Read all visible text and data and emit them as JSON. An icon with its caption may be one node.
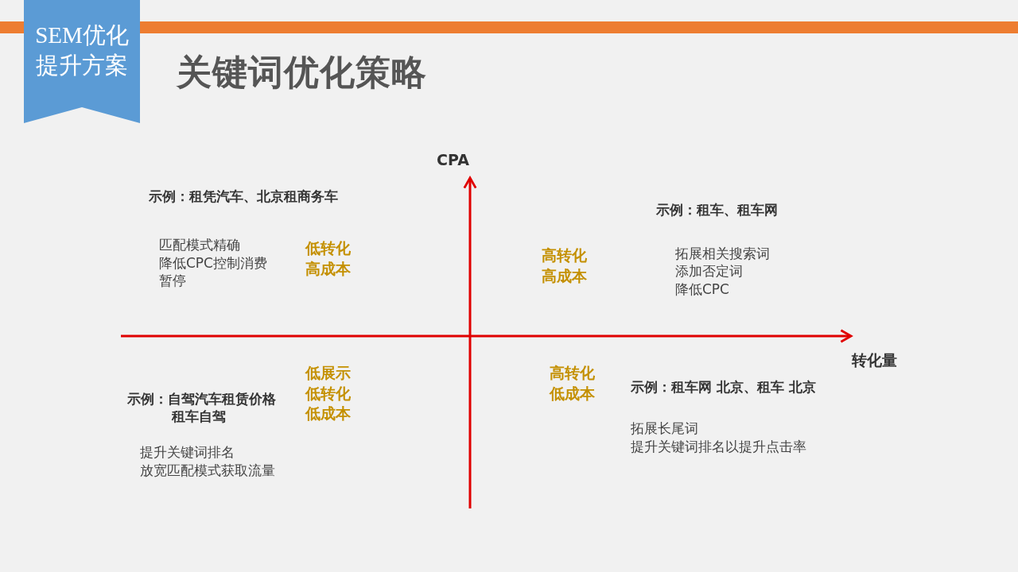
{
  "diagram": {
    "title": "关键词优化策略",
    "nodes": [
      {
        "text": [
          "SEM优化提升方案"
        ]
      }
    ],
    "labels": [
      "CPA",
      "示例：租凭汽车、北京租商务车",
      "示例：租车、租车网",
      "匹配模式精确",
      "降低CPC控制消费",
      "暂停",
      "低转化高成本",
      "高转化高成本",
      "拓展相关搜索词",
      "添加否定词",
      "降低CPC",
      "转化量",
      "低展示低转化低成本",
      "高转化低成本",
      "示例：自驾汽车租赁价格租车自驾",
      "示例：租车网 北京、租车 北京",
      "提升关键词排名",
      "放宽匹配模式获取流量",
      "拓展长尾词",
      "提升关键词排名以提升点击率"
    ]
  }
}
